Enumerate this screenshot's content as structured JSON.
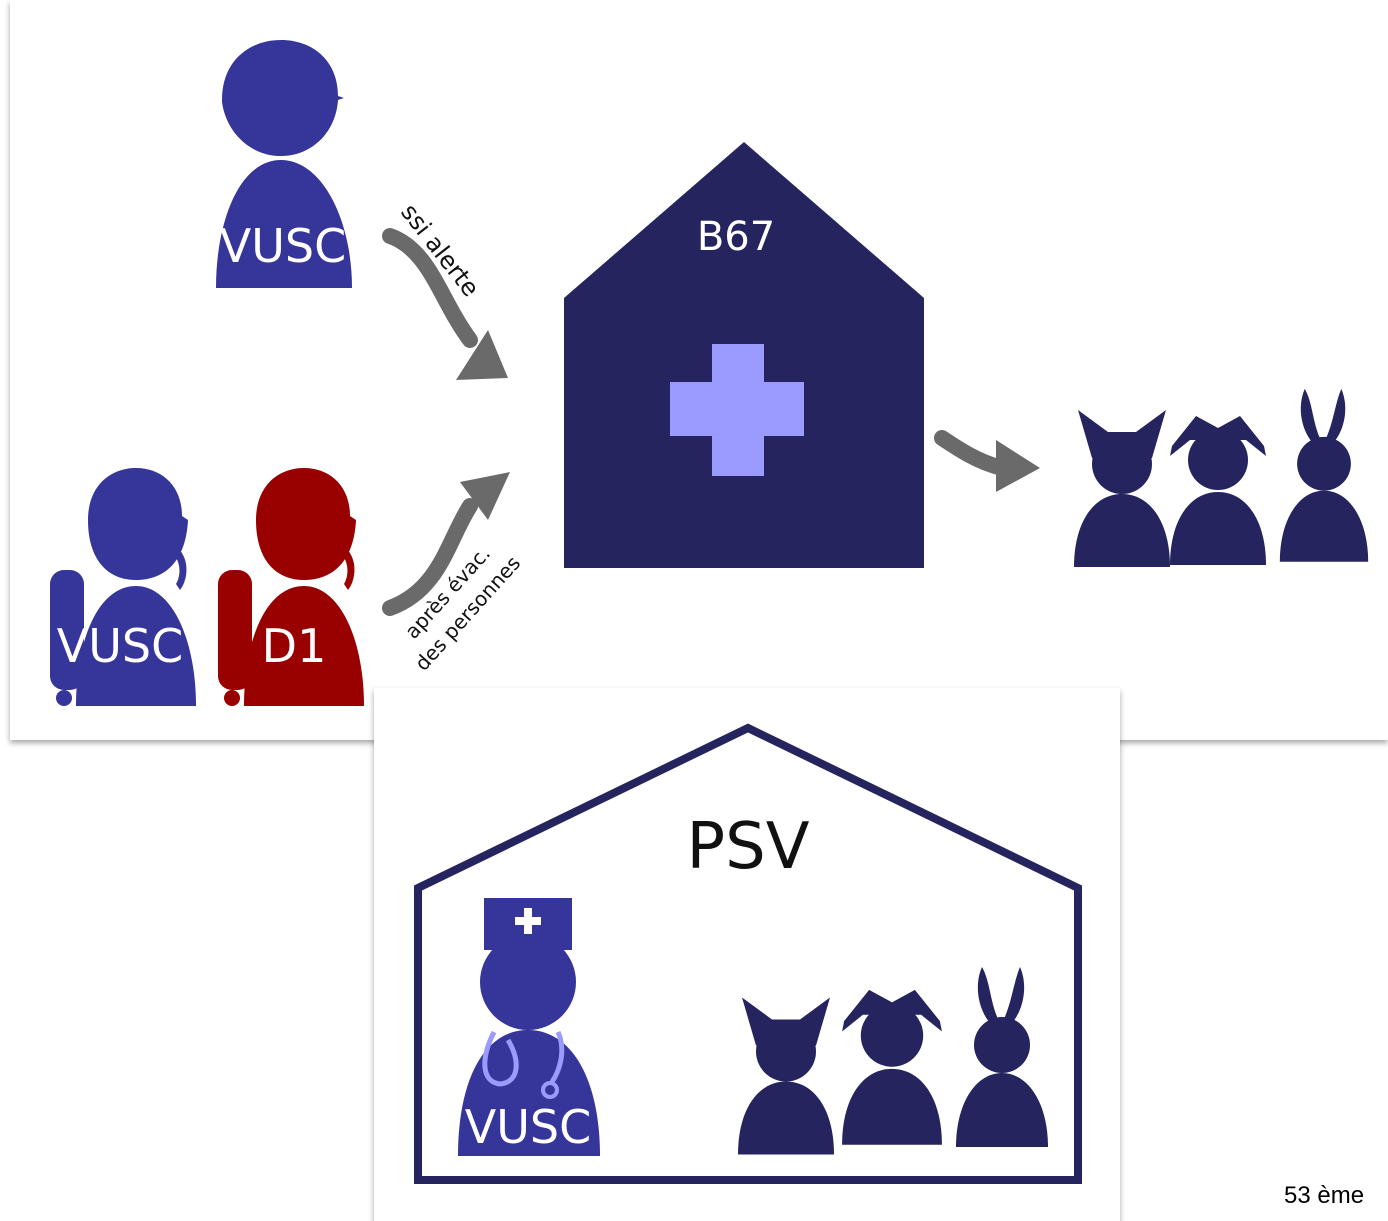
{
  "colors": {
    "blue": "#35359a",
    "navy": "#25245e",
    "red": "#990000",
    "cross": "#9b9bff",
    "arrow": "#6a6a6a"
  },
  "icons": [
    "firefighter-icon",
    "firefighter-breathing-apparatus-icon",
    "hospital-building-icon",
    "cat-icon",
    "dog-icon",
    "rabbit-icon",
    "veterinarian-icon",
    "shelter-icon",
    "arrow-icon"
  ],
  "top": {
    "person1_label": "VUSC",
    "person2_label": "VUSC",
    "person3_label": "D1",
    "arrow1_label": "ssi alerte",
    "arrow2_label_line1": "après évac.",
    "arrow2_label_line2": "des personnes",
    "building_label": "B67"
  },
  "bottom": {
    "shelter_label": "PSV",
    "vet_label": "VUSC"
  },
  "footer": {
    "text": "53 ème"
  }
}
